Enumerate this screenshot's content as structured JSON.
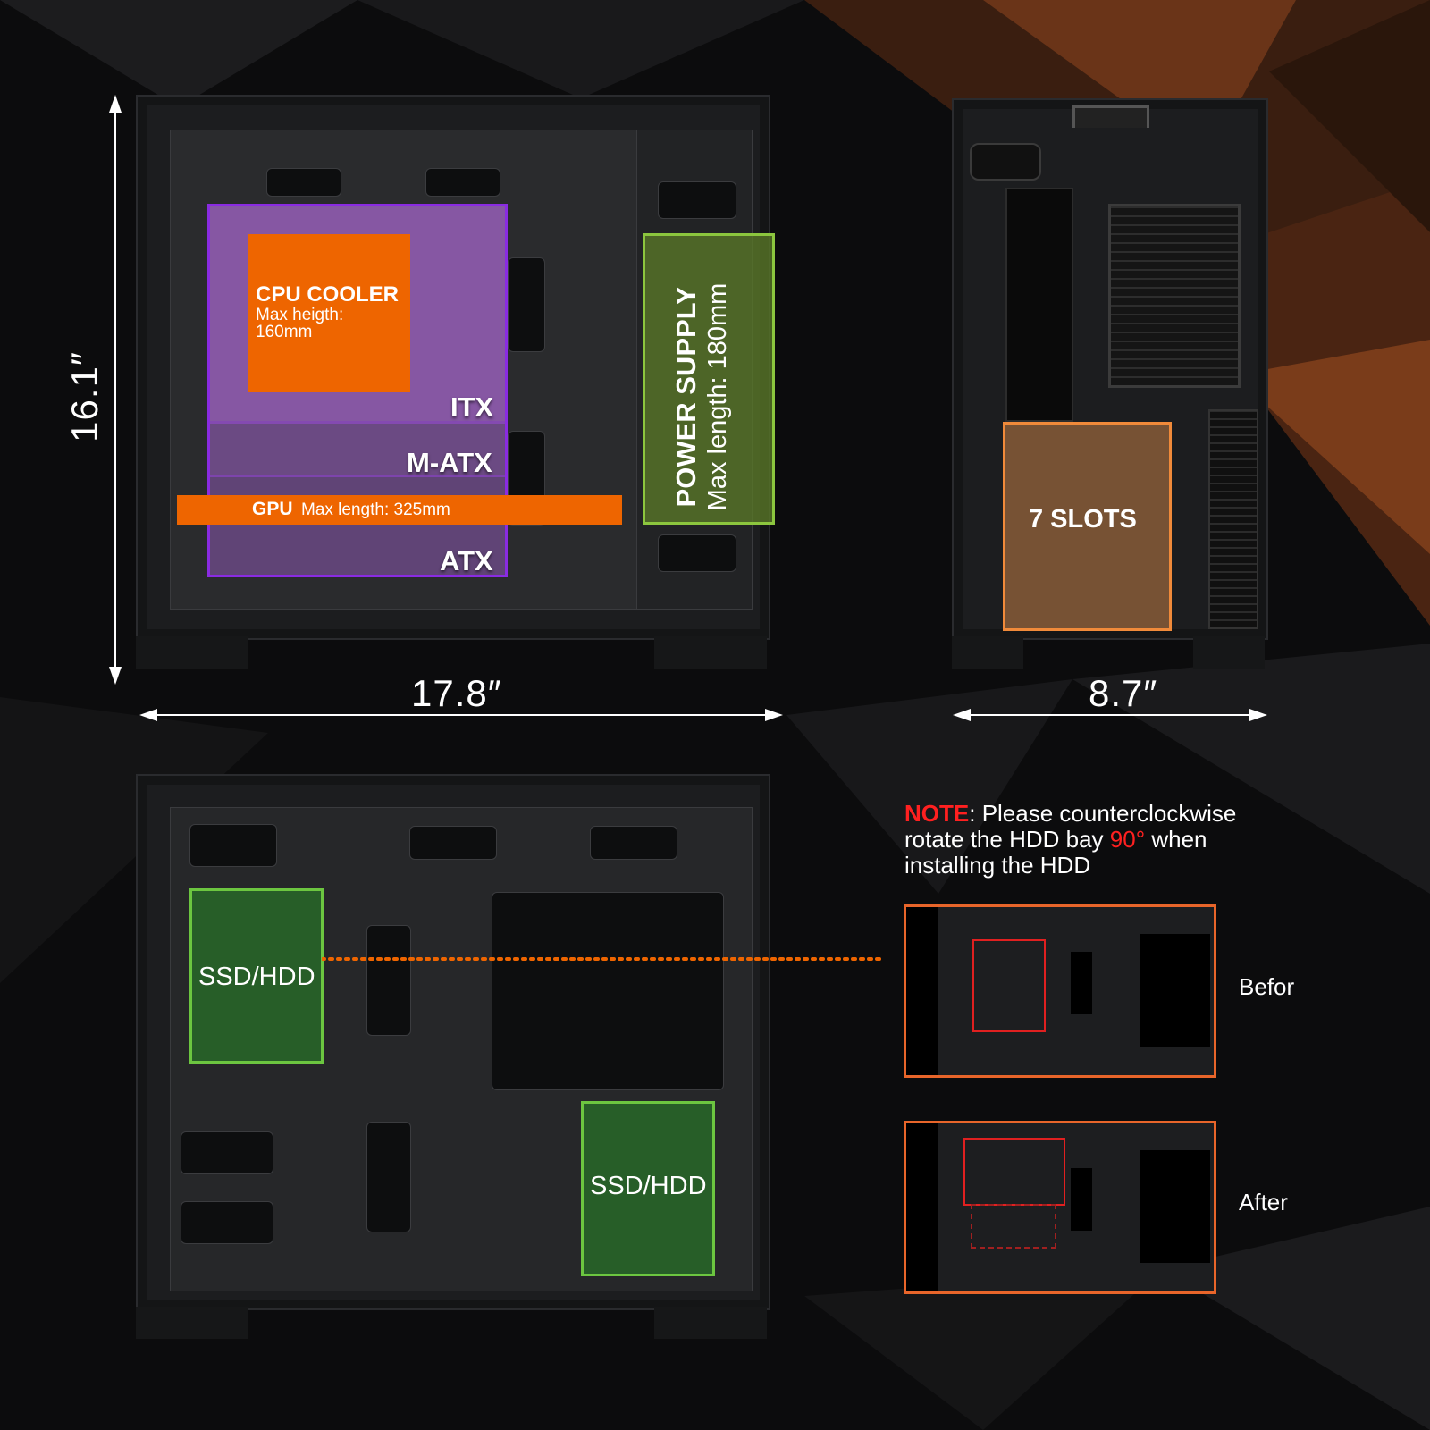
{
  "dimensions": {
    "height": "16.1″",
    "length": "17.8″",
    "width": "8.7″"
  },
  "side_view": {
    "cpu_cooler": {
      "title": "CPU COOLER",
      "line1": "Max heigth:",
      "line2": "160mm"
    },
    "itx_label": "ITX",
    "matx_label": "M-ATX",
    "atx_label": "ATX",
    "gpu": {
      "title": "GPU",
      "detail": "Max length: 325mm"
    },
    "psu": {
      "title": "POWER SUPPLY",
      "detail": "Max length: 180mm"
    }
  },
  "rear_view": {
    "slots_label": "7 SLOTS"
  },
  "back_view": {
    "hdd_label_1": "SSD/HDD",
    "hdd_label_2": "SSD/HDD"
  },
  "note": {
    "prefix": "NOTE",
    "colon": ":",
    "part1": " Please counterclockwise rotate the HDD bay ",
    "angle": "90°",
    "part2": " when installing the HDD"
  },
  "comparison": {
    "before_label": "Befor",
    "after_label": "After"
  },
  "colors": {
    "accent_orange": "#ee6500",
    "itx_purple": "#8a2be2",
    "psu_green": "#8cc63e",
    "hdd_green": "#6cc640",
    "note_red": "#ff2020"
  }
}
